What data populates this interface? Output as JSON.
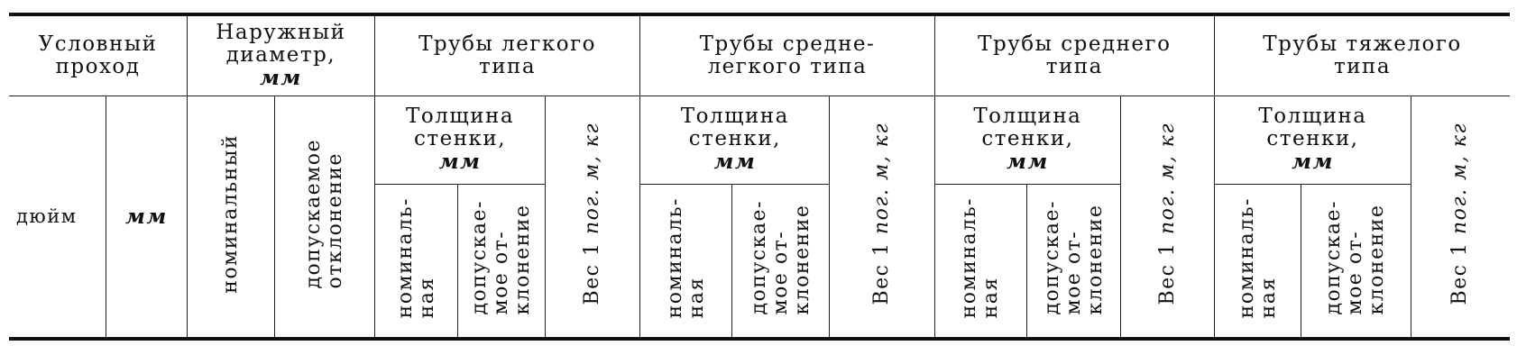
{
  "table_header": {
    "conditional_pass": "Условный\nпроход",
    "outer_diameter": "Наружный\nдиаметр,",
    "unit_mm": "мм",
    "inch": "дюйм",
    "nominal": "номинальный",
    "allowed_deviation": "допускаемое\nотклонение",
    "wall_thickness": "Толщина\nстенки,",
    "nominal_short": "номиналь-\nная",
    "allowed_deviation_short": "допускае-\nмое от-\nклонение",
    "weight_prefix": "Вес 1 ",
    "weight_unit": "пог. м, кг",
    "groups": [
      "Трубы легкого\nтипа",
      "Трубы средне-\nлегкого типа",
      "Трубы среднего\nтипа",
      "Трубы тяжелого\nтипа"
    ]
  }
}
